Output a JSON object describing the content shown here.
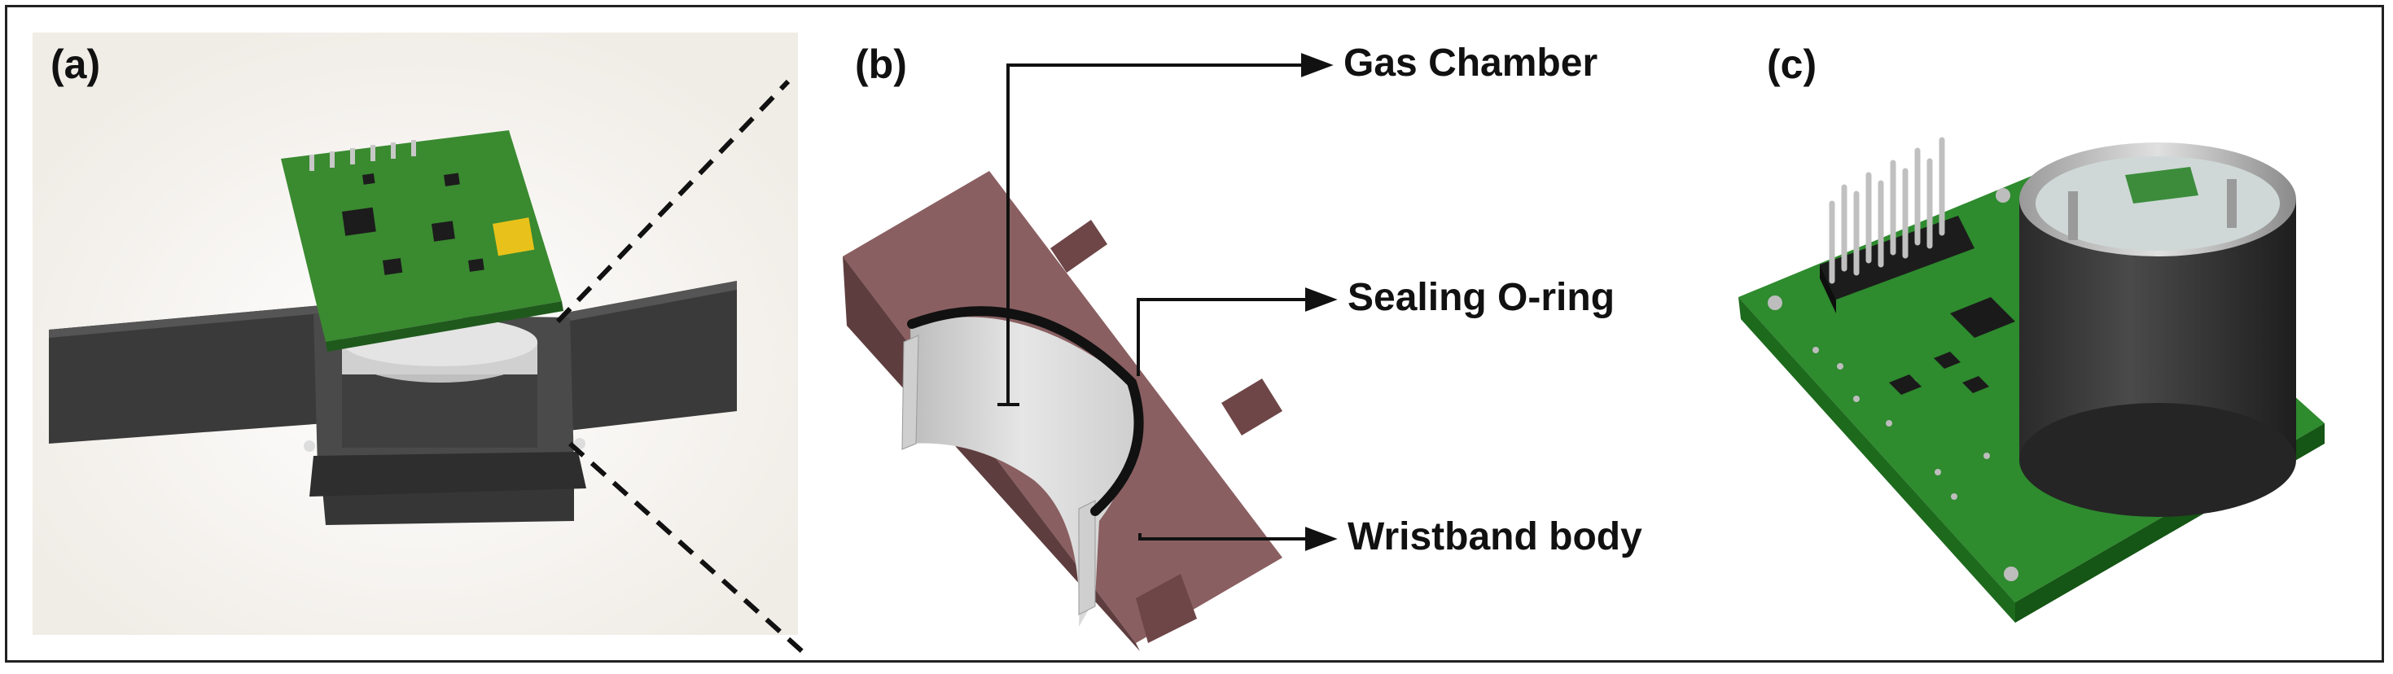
{
  "panels": {
    "a": {
      "label": "(a)"
    },
    "b": {
      "label": "(b)"
    },
    "c": {
      "label": "(c)"
    }
  },
  "callouts": {
    "gas_chamber": "Gas Chamber",
    "sealing_oring": "Sealing O-ring",
    "wristband_body": "Wristband body"
  },
  "colors": {
    "pcb_green": "#2f8f2f",
    "wristband_brown": "#8a5f61",
    "chamber_grey": "#d9d9d9",
    "strap_dark": "#3c3c3c",
    "cylinder_dark": "#3a3a3a"
  }
}
